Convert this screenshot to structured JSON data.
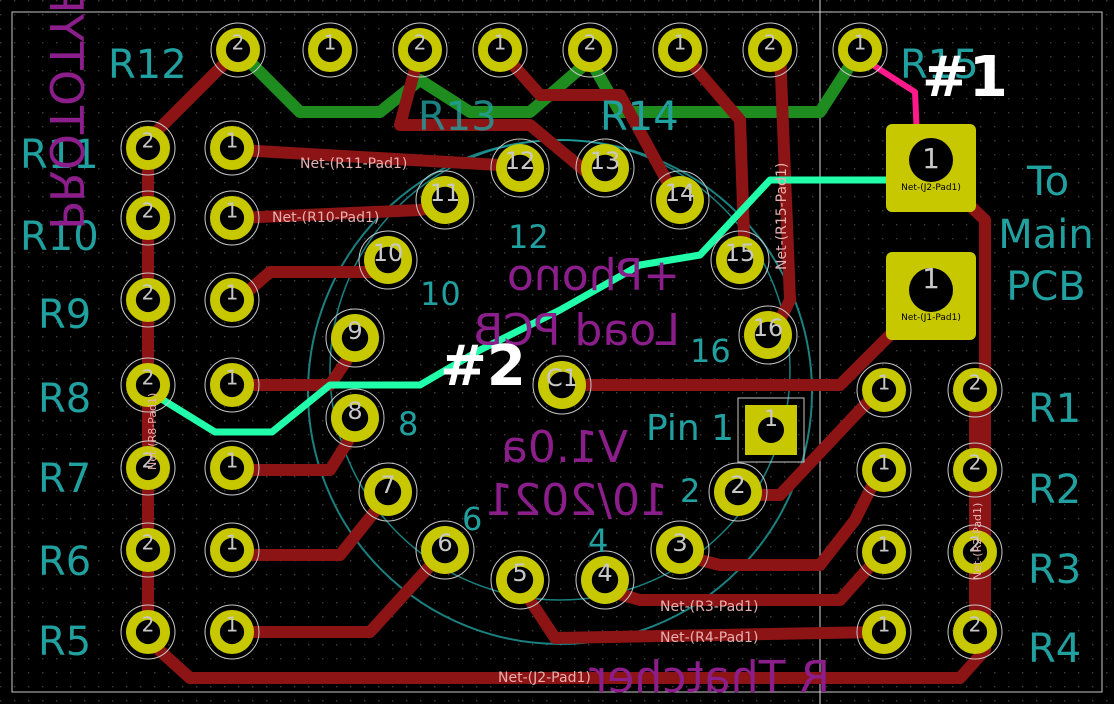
{
  "board": {
    "background": "#000000",
    "grid_color": "#3a3a3a",
    "edge_color": "#c8c8c8",
    "trace_color": "#8c1414",
    "back_trace_color": "#1e8c1e",
    "pad_color": "#c8c800",
    "silk_color": "#21a0a0",
    "back_silk_color": "#8c1e8c",
    "highlight_pink": "#ff1a8c",
    "highlight_green": "#22ffaa",
    "netlabel_color": "#e8b0b0"
  },
  "annotations": {
    "mark1": "#1",
    "mark2": "#2"
  },
  "refs": {
    "R1": "R1",
    "R2": "R2",
    "R3": "R3",
    "R4": "R4",
    "R5": "R5",
    "R6": "R6",
    "R7": "R7",
    "R8": "R8",
    "R9": "R9",
    "R10": "R10",
    "R11": "R11",
    "R12": "R12",
    "R13": "R13",
    "R14": "R14",
    "R15": "R15"
  },
  "connector": {
    "line1": "To",
    "line2": "Main",
    "line3": "PCB"
  },
  "silk_text": {
    "pin1": "Pin 1",
    "n12": "12",
    "n10": "10",
    "n16": "16",
    "n8": "8",
    "n6": "6",
    "n4": "4",
    "n2": "2",
    "back_title_1": "+Phono",
    "back_title_2": "Load PCB",
    "back_version": "V1.0a",
    "back_date": "10/2021",
    "back_author": "R Thatcher",
    "back_vertical": "PROTOTYPE"
  },
  "socket_pins": {
    "p1": "1",
    "p2": "2",
    "p3": "3",
    "p4": "4",
    "p5": "5",
    "p6": "6",
    "p7": "7",
    "p8": "8",
    "p9": "9",
    "p10": "10",
    "p11": "11",
    "p12": "12",
    "p13": "13",
    "p14": "14",
    "p15": "15",
    "p16": "16",
    "c1": "C1"
  },
  "pad_numbers": {
    "one": "1",
    "two": "2"
  },
  "net_labels": {
    "r11": "Net-(R11-Pad1)",
    "r10": "Net-(R10-Pad1)",
    "r15": "Net-(R15-Pad1)",
    "r3": "Net-(R3-Pad1)",
    "r4": "Net-(R4-Pad1)",
    "j2": "Net-(J2-Pad1)",
    "r2v": "Net-(R2-Pad1)",
    "r8v": "Net-(R8-Pad1)"
  }
}
